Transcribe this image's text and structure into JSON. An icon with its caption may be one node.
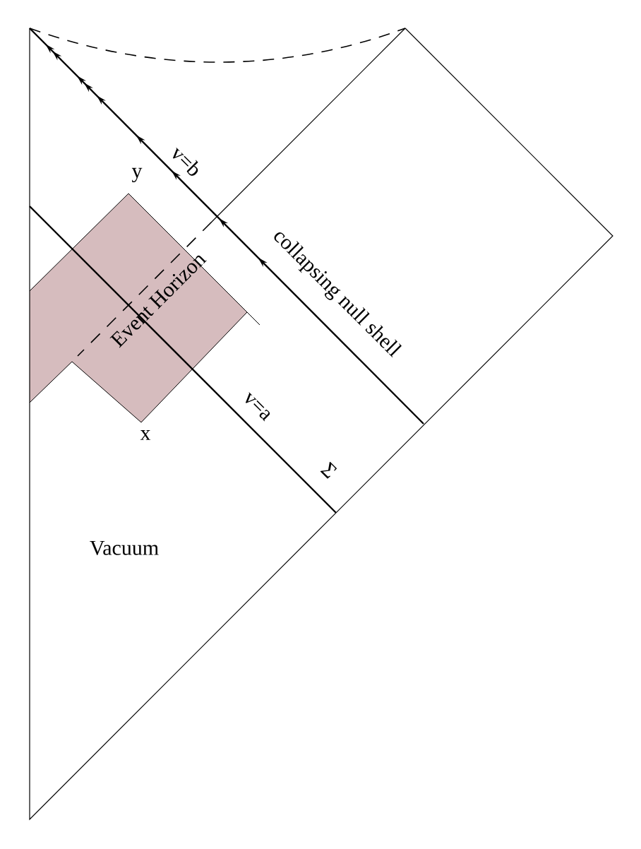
{
  "diagram": {
    "labels": [
      "v=b",
      "y",
      "collapsing null shell",
      "Event Horizon",
      "v=a",
      "x",
      "Σ",
      "Vacuum"
    ]
  }
}
